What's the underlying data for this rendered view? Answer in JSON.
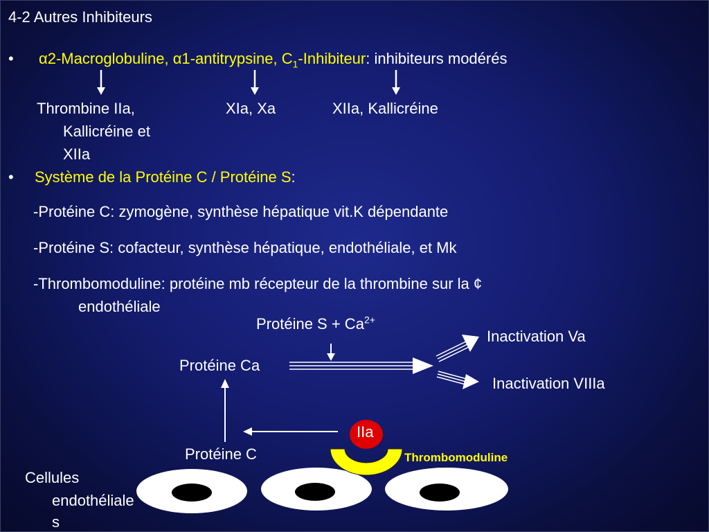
{
  "title": "4-2 Autres Inhibiteurs",
  "bullet_char": "•",
  "line1": {
    "alpha": "α",
    "part1": "2-Macroglobuline, ",
    "alpha2": "α",
    "part2": "1-antitrypsine, C",
    "sub": "1",
    "part3": "-Inhibiteur",
    "rest": ": inhibiteurs modérés"
  },
  "targets": {
    "t1_line1": "Thrombine IIa,",
    "t1_line2": "Kallicréine et",
    "t1_line3": "XIIa",
    "t2": "XIa, Xa",
    "t3": "XIIa, Kallicréine"
  },
  "line2": {
    "yellow": "Système de la Protéine C / Protéine S",
    "rest": ":"
  },
  "details": {
    "d1": "-Protéine C: zymogène, synthèse hépatique vit.K dépendante",
    "d2": "-Protéine S: cofacteur, synthèse hépatique, endothéliale, et Mk",
    "d3a": "-Thrombomoduline: protéine mb récepteur de la thrombine sur la ¢",
    "d3b": "endothéliale"
  },
  "diagram": {
    "proteine_s_ca": "Protéine S + Ca",
    "ca_sup": "2+",
    "proteine_ca": "Protéine Ca",
    "inact_va": "Inactivation Va",
    "inact_viiia": "Inactivation VIIIa",
    "iia": "IIa",
    "thrombomoduline": "Thrombomoduline",
    "proteine_c": "Protéine C",
    "cellules_1": "Cellules",
    "cellules_2": "endothéliale",
    "cellules_3": "s"
  },
  "colors": {
    "accent_yellow": "#ffff00",
    "iia_red": "#e00000",
    "cell_white": "#ffffff",
    "nucleus_black": "#000000"
  }
}
